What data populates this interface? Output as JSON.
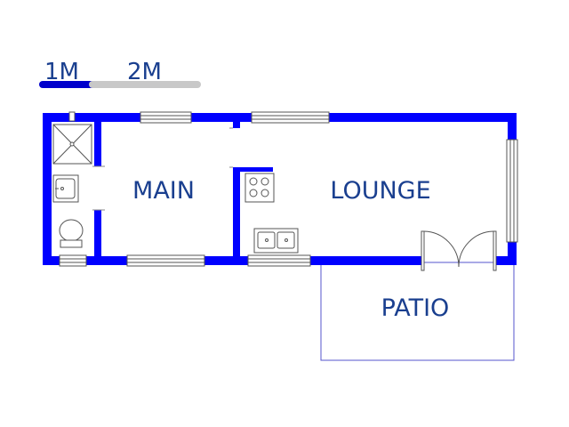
{
  "scale_bar": {
    "label_1": "1M",
    "label_2": "2M",
    "filled_color": "#0000cc",
    "empty_color": "#c8c8c8"
  },
  "rooms": {
    "main": "MAIN",
    "lounge": "LOUNGE",
    "patio": "PATIO"
  },
  "colors": {
    "wall": "#0000ff",
    "label": "#1a3f8f",
    "fixture": "#555555",
    "patio_outline": "#5555cc"
  },
  "fixtures": [
    "shower-icon",
    "basin-icon",
    "toilet-icon",
    "stove-icon",
    "sink-icon",
    "double-door-icon"
  ]
}
